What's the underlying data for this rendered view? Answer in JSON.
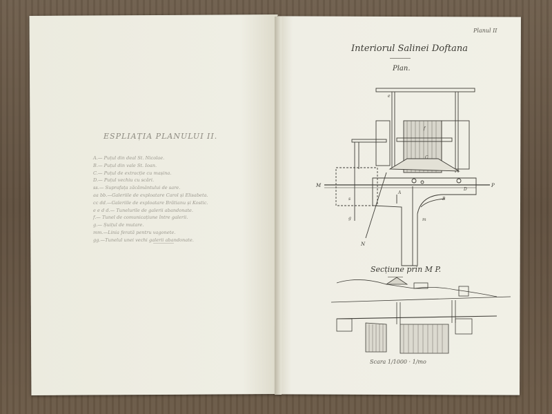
{
  "left_page": {
    "legend_title": "ESPLIAȚIA PLANULUI II.",
    "legend_items": [
      "A.— Puțul din deal St. Nicolae.",
      "B.— Puțul din vale St. Ioan.",
      "C.— Puțul de extracție cu mașina.",
      "D.— Puțul vechiu cu scări.",
      "ss.— Suprafața zăcământului de sare.",
      "aa bb.—Galeriile de exploatare Carol și Elisabeta.",
      "cc dd.—Galeriile de exploatare Brătianu și Kostic.",
      "e e d d.— Tunelurile de galerii abandonate.",
      "f.— Tunel de comunicațiune între galerii.",
      "g.— Șuițul de mutare.",
      "mm.—Linia ferată pentru vagonete.",
      "gg.—Tunelul unei vechi galerii abandonate."
    ]
  },
  "right_page": {
    "plate_label": "Planul II",
    "title": "Interiorul Salinei Doftana",
    "subtitle": "Plan.",
    "section_title": "Secțiune prin M P.",
    "scale": "Scara 1/1000 · 1/mo",
    "labels": {
      "m": "M",
      "p": "P",
      "n": "N",
      "a": "A",
      "b": "B",
      "c": "C",
      "d": "D",
      "e": "e",
      "s": "s",
      "f": "f",
      "mm": "m",
      "g": "g"
    }
  }
}
